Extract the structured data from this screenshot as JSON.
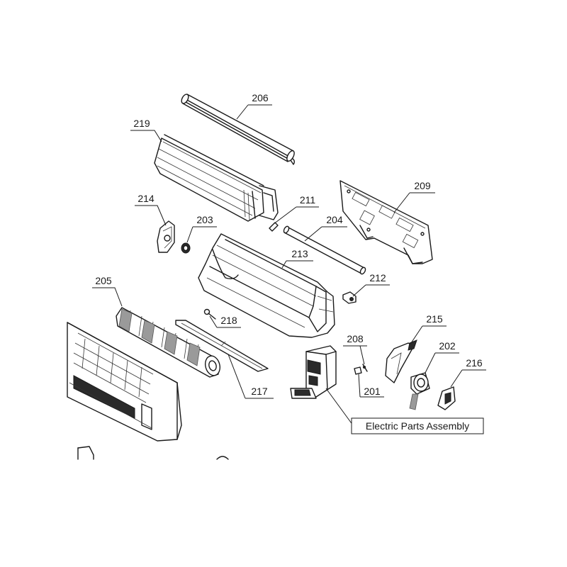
{
  "diagram": {
    "part_labels": {
      "p206": "206",
      "p219": "219",
      "p209": "209",
      "p214": "214",
      "p211": "211",
      "p203": "203",
      "p204": "204",
      "p213": "213",
      "p205": "205",
      "p212": "212",
      "p218": "218",
      "p215": "215",
      "p208": "208",
      "p202": "202",
      "p216": "216",
      "p217": "217",
      "p201": "201"
    },
    "assembly_label": "Electric Parts Assembly"
  }
}
